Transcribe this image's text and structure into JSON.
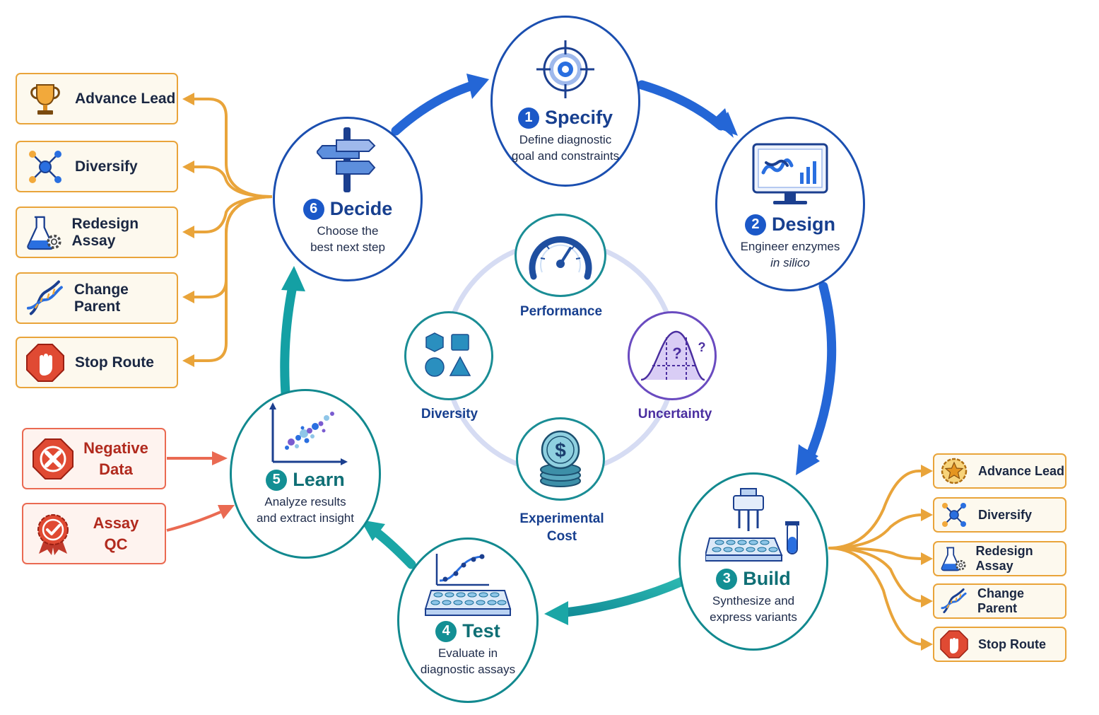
{
  "stages": [
    {
      "number": "1",
      "title": "Specify",
      "desc_line1": "Define diagnostic",
      "desc_line2": "goal and constraints"
    },
    {
      "number": "2",
      "title": "Design",
      "desc_line1": "Engineer enzymes",
      "desc_line2": "in silico"
    },
    {
      "number": "3",
      "title": "Build",
      "desc_line1": "Synthesize and",
      "desc_line2": "express variants"
    },
    {
      "number": "4",
      "title": "Test",
      "desc_line1": "Evaluate in",
      "desc_line2": "diagnostic assays"
    },
    {
      "number": "5",
      "title": "Learn",
      "desc_line1": "Analyze results",
      "desc_line2": "and extract insight"
    },
    {
      "number": "6",
      "title": "Decide",
      "desc_line1": "Choose the",
      "desc_line2": "best next step"
    }
  ],
  "metrics": [
    {
      "label": "Performance",
      "color": "#173f8f",
      "icon": "gauge-icon"
    },
    {
      "label": "Diversity",
      "color": "#173f8f",
      "icon": "shapes-icon"
    },
    {
      "label": "Uncertainty",
      "color": "#4a2ea0",
      "icon": "distribution-icon"
    },
    {
      "label": "Experimental\nCost",
      "color": "#173f8f",
      "icon": "coin-stack-icon"
    }
  ],
  "left_options": [
    {
      "label": "Advance Lead",
      "icon": "trophy-icon"
    },
    {
      "label": "Diversify",
      "icon": "network-icon"
    },
    {
      "label": "Redesign Assay",
      "icon": "flask-gear-icon"
    },
    {
      "label": "Change Parent",
      "icon": "dna-icon"
    },
    {
      "label": "Stop Route",
      "icon": "stop-hand-icon"
    }
  ],
  "right_options": [
    {
      "label": "Advance Lead",
      "icon": "star-badge-icon"
    },
    {
      "label": "Diversify",
      "icon": "network-icon"
    },
    {
      "label": "Redesign Assay",
      "icon": "flask-gear-icon"
    },
    {
      "label": "Change Parent",
      "icon": "dna-icon"
    },
    {
      "label": "Stop Route",
      "icon": "stop-hand-icon"
    }
  ],
  "signals": [
    {
      "label": "Negative\nData",
      "icon": "x-octagon-icon"
    },
    {
      "label": "Assay\nQC",
      "icon": "check-badge-icon"
    }
  ],
  "colors": {
    "blue_stage": "#1b4fb0",
    "teal_stage": "#12898f",
    "option_border": "#e9a43a",
    "option_fill": "#fdf9ee",
    "signal_border": "#ea6a52",
    "signal_text": "#b12a1e",
    "uncertainty_purple": "#6a4bc0"
  }
}
